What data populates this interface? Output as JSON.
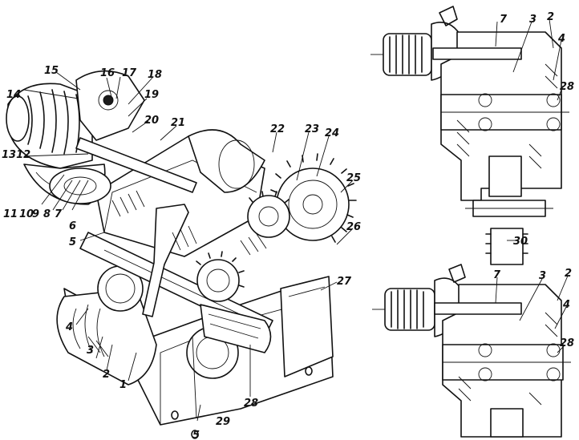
{
  "figure": {
    "main_view_labels": {
      "l1": "1",
      "l2": "2",
      "l3": "3",
      "l4": "4",
      "l5a": "5",
      "l5b": "5",
      "l6": "6",
      "l7": "7",
      "l8": "8",
      "l9": "9",
      "l10": "10",
      "l11": "11",
      "l1312": "1312",
      "l14": "14",
      "l15": "15",
      "l16": "16",
      "l17": "17",
      "l18": "18",
      "l19": "19",
      "l20": "20",
      "l21": "21",
      "l22": "22",
      "l23": "23",
      "l24": "24",
      "l25": "25",
      "l26": "26",
      "l27": "27",
      "l28": "28",
      "l29": "29"
    },
    "top_section_labels": {
      "l7": "7",
      "l3": "3",
      "l2": "2",
      "l4": "4",
      "l28": "28",
      "l30": "30"
    },
    "bottom_section_labels": {
      "l7": "7",
      "l3": "3",
      "l2": "2",
      "l4": "4",
      "l28": "28"
    },
    "colors": {
      "ink": "#111111",
      "paper": "#ffffff"
    }
  }
}
